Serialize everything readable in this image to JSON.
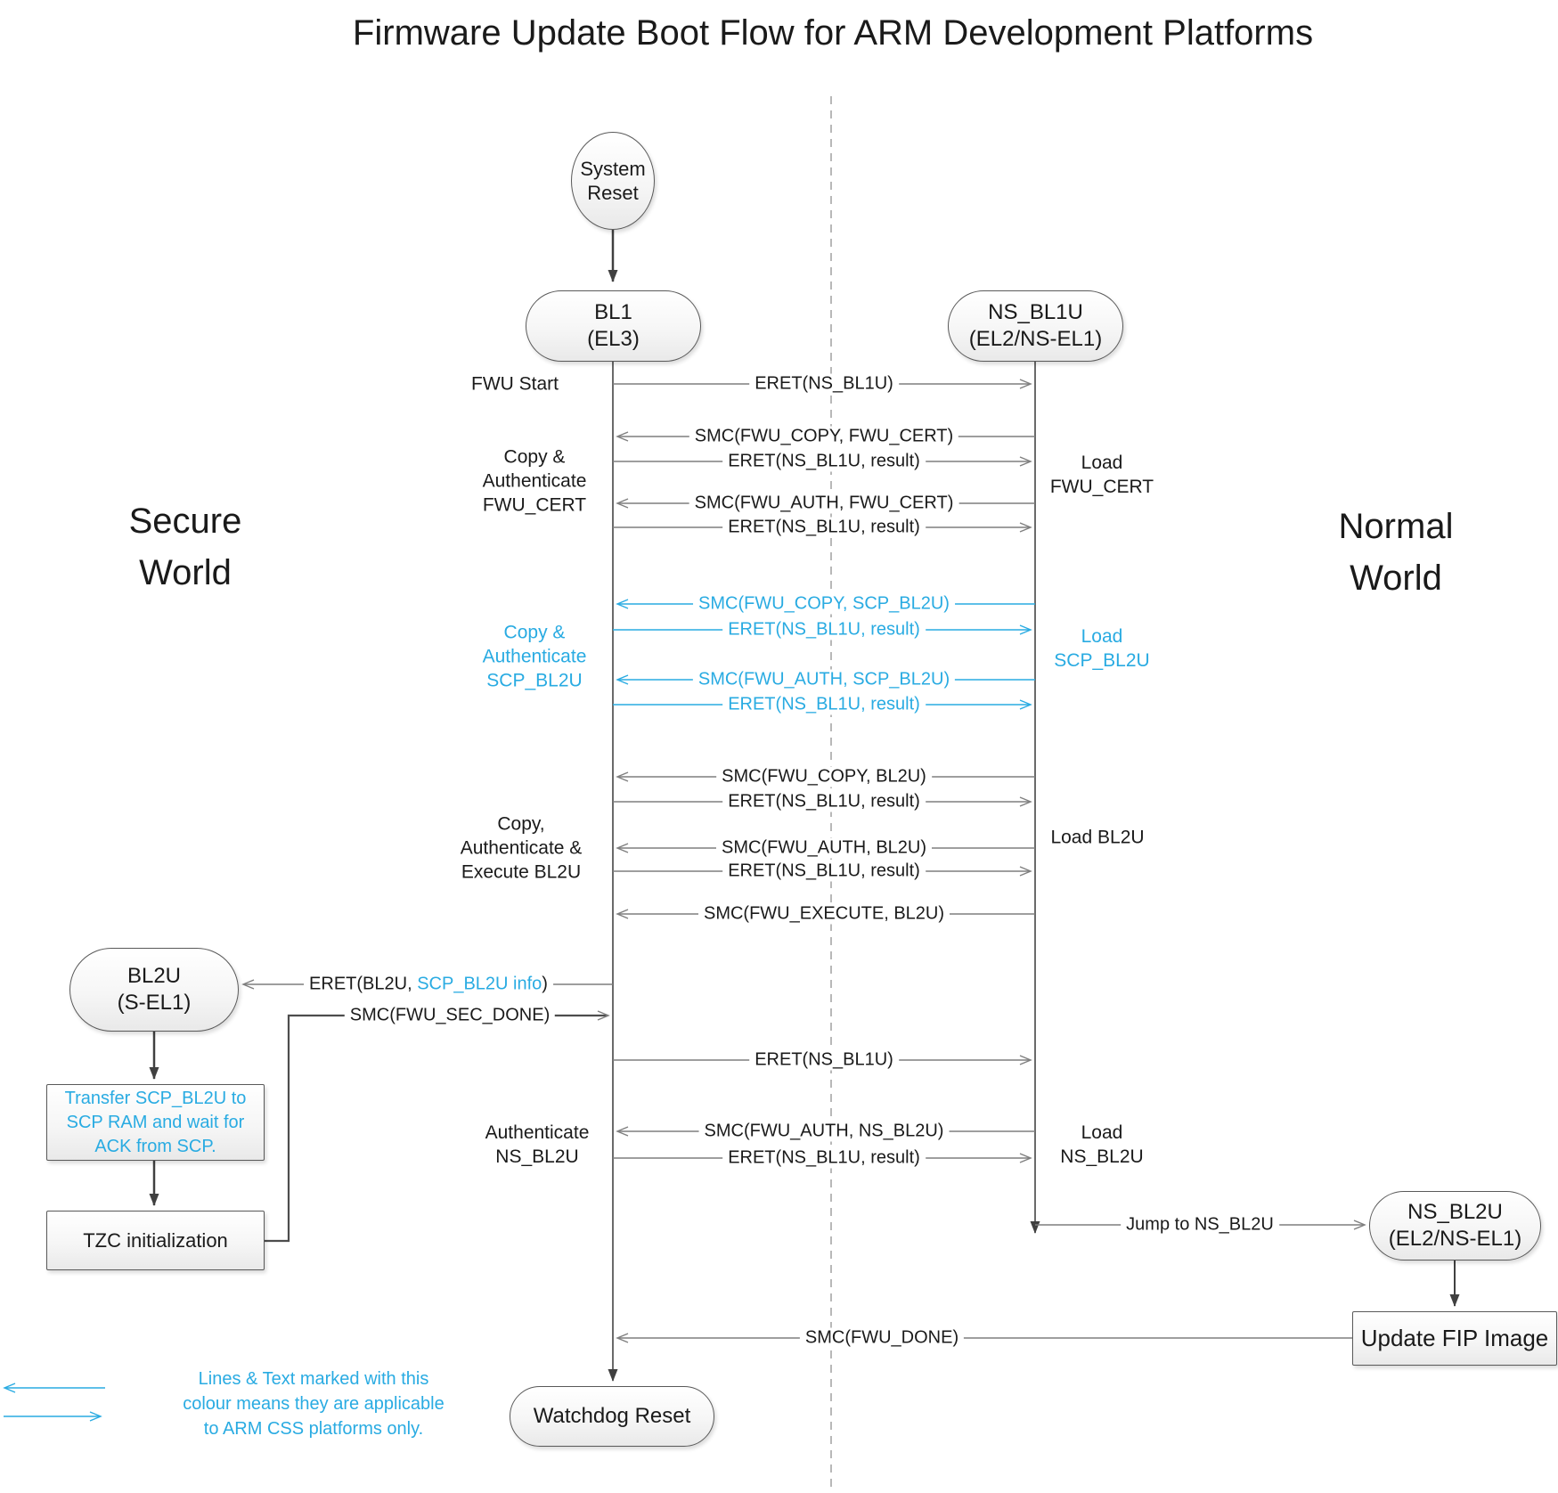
{
  "title": "Firmware Update Boot Flow for ARM Development Platforms",
  "worlds": {
    "secure": "Secure\nWorld",
    "normal": "Normal\nWorld"
  },
  "nodes": {
    "system_reset": "System\nReset",
    "bl1": "BL1\n(EL3)",
    "ns_bl1u": "NS_BL1U\n(EL2/NS-EL1)",
    "bl2u": "BL2U\n(S-EL1)",
    "transfer_scp": "Transfer SCP_BL2U to\nSCP RAM and wait for\nACK from SCP.",
    "tzc": "TZC initialization",
    "ns_bl2u": "NS_BL2U\n(EL2/NS-EL1)",
    "update_fip": "Update FIP Image",
    "watchdog": "Watchdog Reset"
  },
  "messages": [
    {
      "label": "ERET(NS_BL1U)"
    },
    {
      "label": "SMC(FWU_COPY, FWU_CERT)"
    },
    {
      "label": "ERET(NS_BL1U, result)"
    },
    {
      "label": "SMC(FWU_AUTH, FWU_CERT)"
    },
    {
      "label": "ERET(NS_BL1U, result)"
    },
    {
      "label": "SMC(FWU_COPY, SCP_BL2U)"
    },
    {
      "label": "ERET(NS_BL1U, result)"
    },
    {
      "label": "SMC(FWU_AUTH, SCP_BL2U)"
    },
    {
      "label": "ERET(NS_BL1U, result)"
    },
    {
      "label": "SMC(FWU_COPY, BL2U)"
    },
    {
      "label": "ERET(NS_BL1U, result)"
    },
    {
      "label": "SMC(FWU_AUTH, BL2U)"
    },
    {
      "label": "ERET(NS_BL1U, result)"
    },
    {
      "label": "SMC(FWU_EXECUTE, BL2U)"
    },
    {
      "prefix": "ERET(BL2U, ",
      "cyan": "SCP_BL2U info",
      "suffix": ")"
    },
    {
      "label": "SMC(FWU_SEC_DONE)"
    },
    {
      "label": "ERET(NS_BL1U)"
    },
    {
      "label": "SMC(FWU_AUTH, NS_BL2U)"
    },
    {
      "label": "ERET(NS_BL1U, result)"
    },
    {
      "label": "Jump to NS_BL2U"
    },
    {
      "label": "SMC(FWU_DONE)"
    }
  ],
  "side_labels": {
    "fwu_start": "FWU Start",
    "copy_auth_fwu_cert": "Copy &\nAuthenticate\nFWU_CERT",
    "copy_auth_scp_bl2u": "Copy &\nAuthenticate\nSCP_BL2U",
    "copy_auth_exec_bl2u": "Copy,\nAuthenticate &\nExecute BL2U",
    "auth_ns_bl2u": "Authenticate\nNS_BL2U",
    "load_fwu_cert": "Load\nFWU_CERT",
    "load_scp_bl2u": "Load\nSCP_BL2U",
    "load_bl2u": "Load BL2U",
    "load_ns_bl2u": "Load\nNS_BL2U"
  },
  "legend": {
    "text": "Lines & Text marked with this\ncolour means they are applicable\nto ARM CSS platforms only."
  },
  "colors": {
    "arm_css_cyan": "#29ABE2",
    "line_gray": "#7f7f7f",
    "line_dark": "#4d4d4d",
    "box_border": "#595959"
  }
}
